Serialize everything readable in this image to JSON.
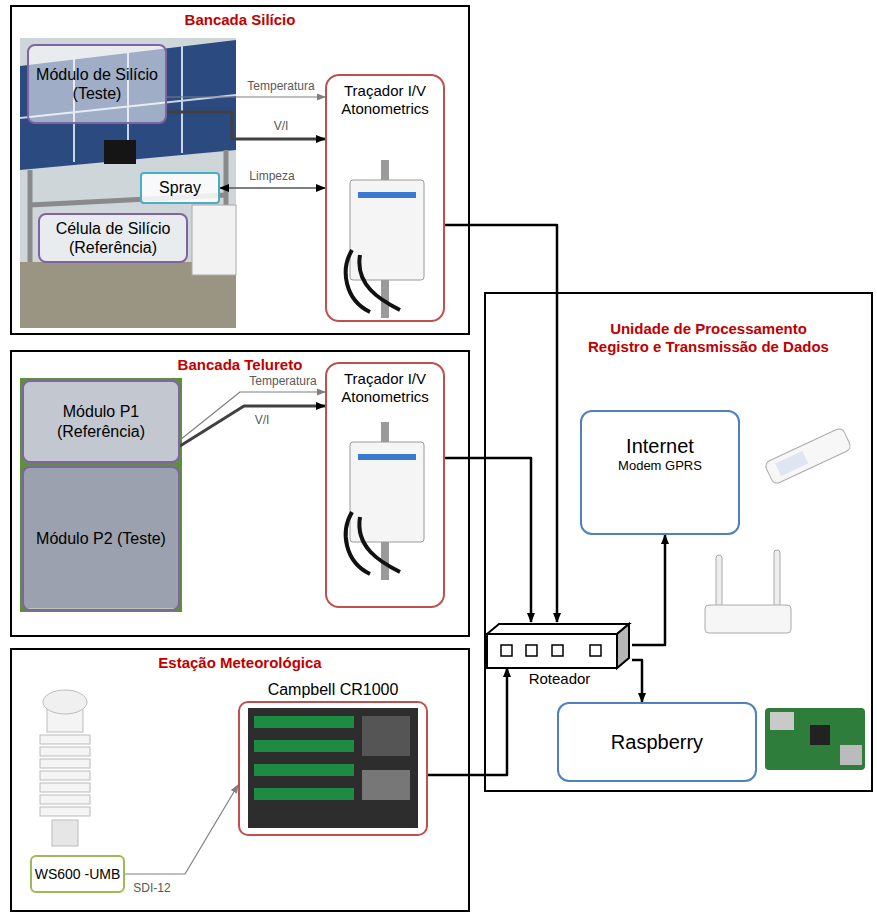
{
  "diagram": {
    "nodes": [
      {
        "text": [
          "Bancada Silício"
        ]
      },
      {
        "text": [
          "Módulo de Silício (Teste)"
        ],
        "in": 0
      },
      {
        "text": [
          "Spray"
        ],
        "in": 0
      },
      {
        "text": [
          "Célula de Silício (Referência)"
        ],
        "in": 0
      },
      {
        "text": [
          "Traçador I/V Atonometrics"
        ],
        "in": 0
      },
      {
        "text": [
          "Bancada Telureto"
        ]
      },
      {
        "text": [
          "Módulo P1 (Referência)"
        ],
        "in": 5
      },
      {
        "text": [
          "Módulo P2 (Teste)"
        ],
        "in": 5
      },
      {
        "text": [
          "Traçador I/V Atonometrics"
        ],
        "in": 5
      },
      {
        "text": [
          "Estação Meteorológica"
        ]
      },
      {
        "text": [
          "WS600 -UMB"
        ],
        "in": 9
      },
      {
        "text": [
          "Campbell CR1000"
        ],
        "in": 9
      },
      {
        "text": [
          "Unidade de Processamento Registro e Transmissão de Dados"
        ]
      },
      {
        "text": [
          "Internet",
          "Modem GPRS"
        ],
        "in": 12
      },
      {
        "text": [
          "Roteador"
        ],
        "in": 12
      },
      {
        "text": [
          "Raspberry"
        ],
        "in": 12
      }
    ],
    "edges": [
      {
        "from": 1,
        "to": 4,
        "label": "Temperatura",
        "arrow": "to"
      },
      {
        "from": 1,
        "to": 4,
        "label": "V/I",
        "arrow": "to"
      },
      {
        "from": 2,
        "to": 4,
        "label": "Limpeza",
        "arrow": "both"
      },
      {
        "from": 6,
        "to": 8,
        "label": "Temperatura",
        "arrow": "to"
      },
      {
        "from": 6,
        "to": 8,
        "label": "V/I",
        "arrow": "to"
      },
      {
        "from": 4,
        "to": 14,
        "arrow": "to"
      },
      {
        "from": 8,
        "to": 14,
        "arrow": "to"
      },
      {
        "from": 10,
        "to": 11,
        "label": "SDI-12",
        "arrow": "to"
      },
      {
        "from": 11,
        "to": 14,
        "arrow": "to"
      },
      {
        "from": 14,
        "to": 13,
        "arrow": "to"
      },
      {
        "from": 14,
        "to": 15,
        "arrow": "to"
      }
    ]
  }
}
